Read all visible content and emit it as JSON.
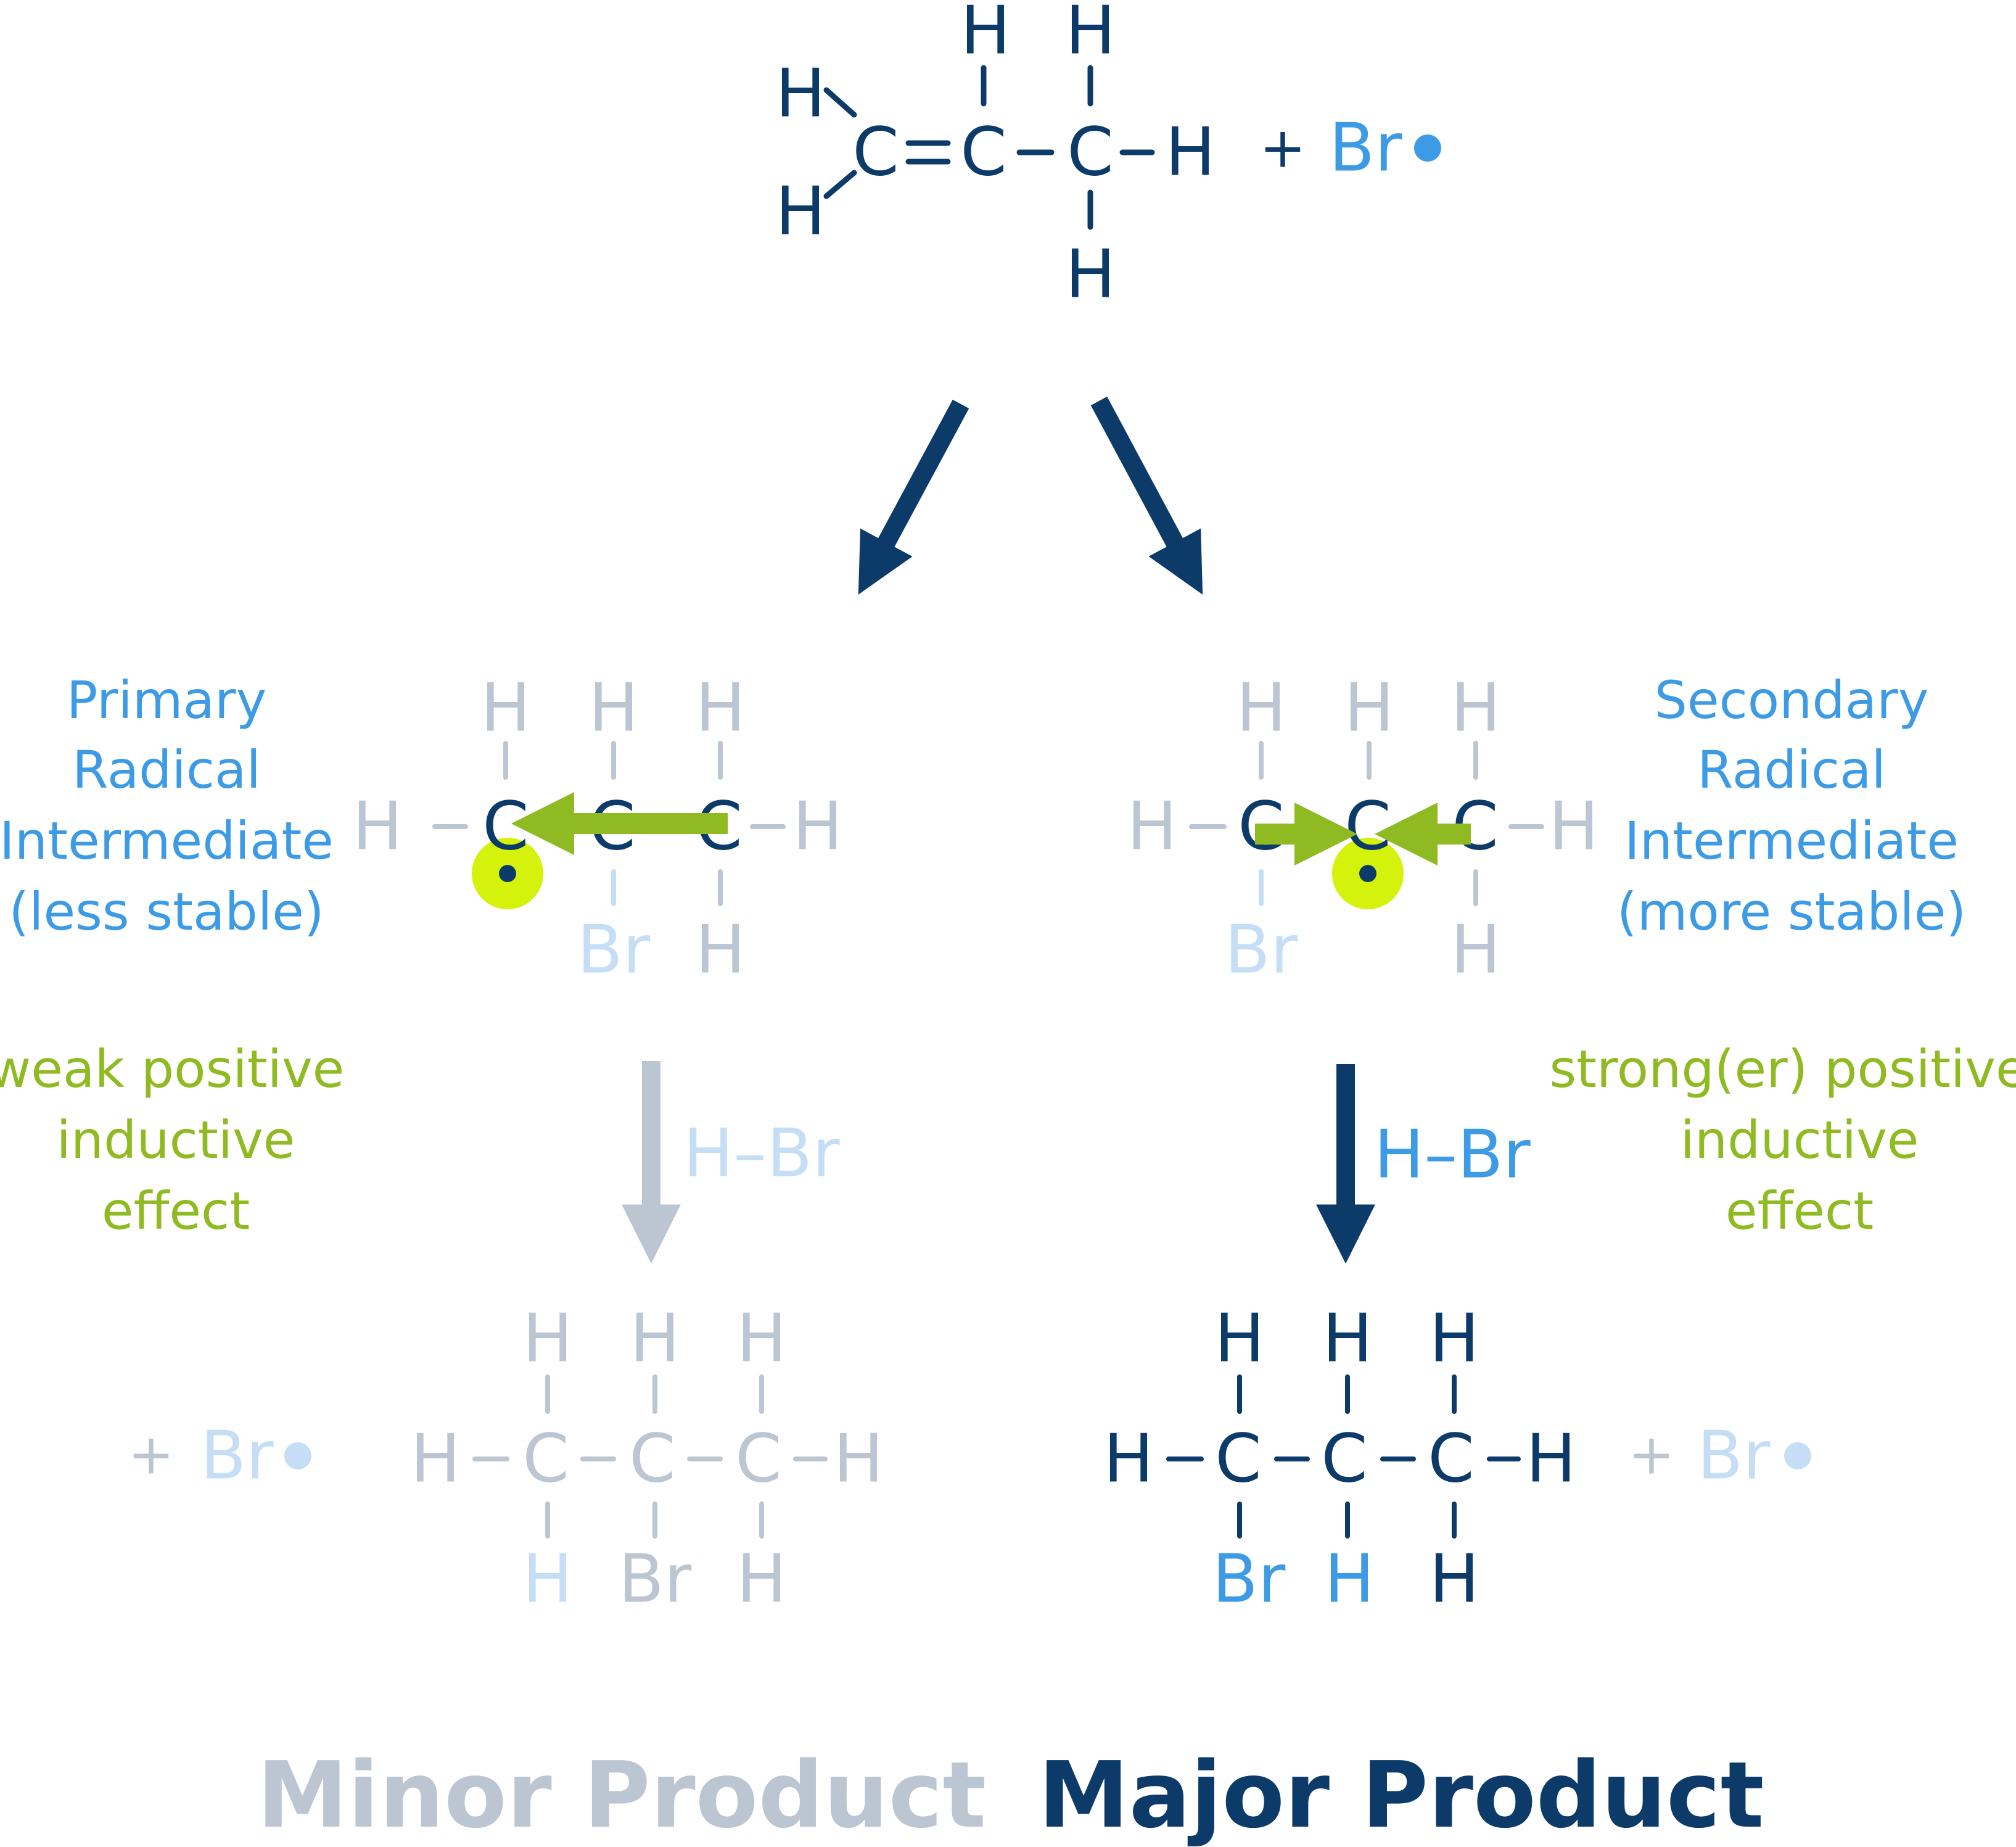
{
  "colors": {
    "dark": "#0c3b6a",
    "blue": "#3d9be5",
    "green": "#8fba21",
    "grey": "#bcc6d3",
    "paleblue": "#c5def6",
    "lime": "#d4f20c"
  },
  "reactant": {
    "atoms": [
      "H",
      "H",
      "H",
      "C",
      "C",
      "C",
      "H",
      "H",
      "H"
    ],
    "plus": "+",
    "radical": "Br"
  },
  "left": {
    "label": [
      "Primary",
      "Radical",
      "Intermediate",
      "(less stable)"
    ],
    "effect": [
      "weak positive",
      "inductive",
      "effect"
    ],
    "intermediate_atoms": [
      "H",
      "H",
      "H",
      "H",
      "C",
      "C",
      "C",
      "H",
      "Br",
      "H"
    ],
    "reagent": "H–Br",
    "product_atoms": [
      "H",
      "H",
      "H",
      "H",
      "C",
      "C",
      "C",
      "H",
      "H",
      "Br",
      "H"
    ],
    "byproduct_plus": "+",
    "byproduct": "Br",
    "title": "Minor Product"
  },
  "right": {
    "label": [
      "Secondary",
      "Radical",
      "Intermediate",
      "(more stable)"
    ],
    "effect": [
      "strong(er) positive",
      "inductive",
      "effect"
    ],
    "intermediate_atoms": [
      "H",
      "H",
      "H",
      "H",
      "C",
      "C",
      "C",
      "H",
      "Br",
      "H"
    ],
    "reagent": "H–Br",
    "product_atoms": [
      "H",
      "H",
      "H",
      "H",
      "C",
      "C",
      "C",
      "H",
      "Br",
      "H",
      "H"
    ],
    "byproduct_plus": "+",
    "byproduct": "Br",
    "title": "Major Product"
  }
}
